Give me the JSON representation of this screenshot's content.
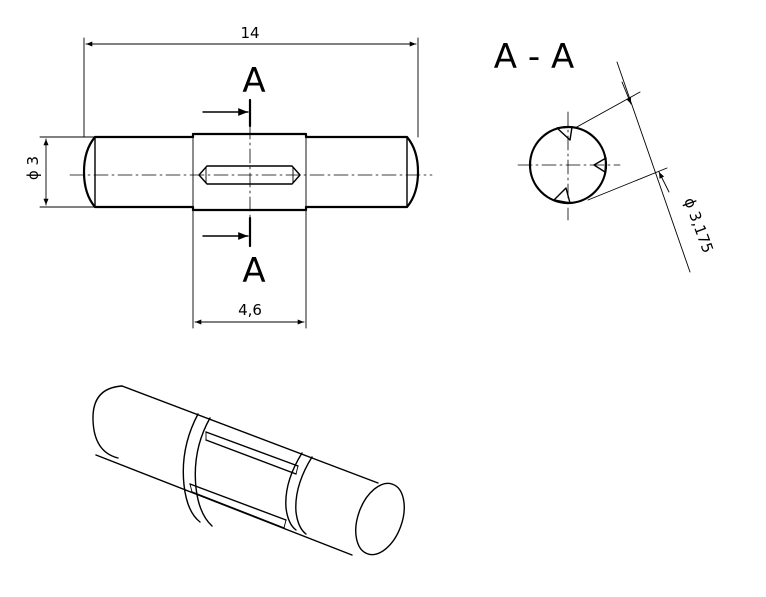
{
  "dimensions": {
    "overall_length": "14",
    "diameter": "ϕ 3",
    "groove_length": "4,6",
    "section_diameter": "ϕ 3,175"
  },
  "section": {
    "marker_top": "A",
    "marker_bottom": "A",
    "title": "A - A"
  }
}
